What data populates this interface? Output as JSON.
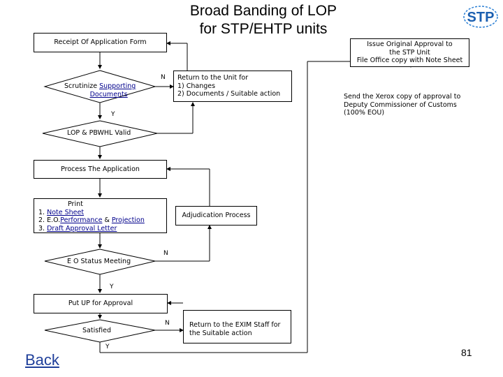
{
  "title_line1": "Broad Banding of LOP",
  "title_line2": "for STP/EHTP units",
  "logo_text": "STP",
  "boxes": {
    "receipt": "Receipt Of Application Form",
    "return_unit_line1": "Return to the Unit for",
    "return_unit_line2": "1)  Changes",
    "return_unit_line3": "2)  Documents / Suitable action",
    "issue_line1": "Issue Original Approval to",
    "issue_line2": "the STP Unit",
    "issue_line3": "File Office copy with Note Sheet",
    "send_line1": "Send the Xerox copy of approval to",
    "send_line2": "Deputy Commissioner of Customs",
    "send_line3": "(100% EOU)",
    "process": "Process The Application",
    "print_heading": "Print",
    "print_1_prefix": "1. ",
    "print_1_link": "Note Sheet",
    "print_2_prefix": "2. E.O.",
    "print_2_link1": "Performance",
    "print_2_mid": " & ",
    "print_2_link2": "Projection",
    "print_3_prefix": "3. ",
    "print_3_link": "Draft Approval Letter",
    "adjudication": "Adjudication Process",
    "put_up": "Put UP for Approval",
    "return_exim_line1": "Return to the EXIM Staff for",
    "return_exim_line2": "the Suitable action"
  },
  "decisions": {
    "scrutinize_plain": "Scrutinize ",
    "scrutinize_link": "Supporting",
    "scrutinize_link2": "Documents",
    "lop_valid": "LOP & PBWHL Valid",
    "eo_status": "E O Status Meeting",
    "satisfied": "Satisfied"
  },
  "labels": {
    "n1": "N",
    "y1": "Y",
    "n2": "N",
    "y2": "Y",
    "n3": "N",
    "y3": "Y"
  },
  "footer": {
    "back": "Back",
    "page_number": "81"
  }
}
